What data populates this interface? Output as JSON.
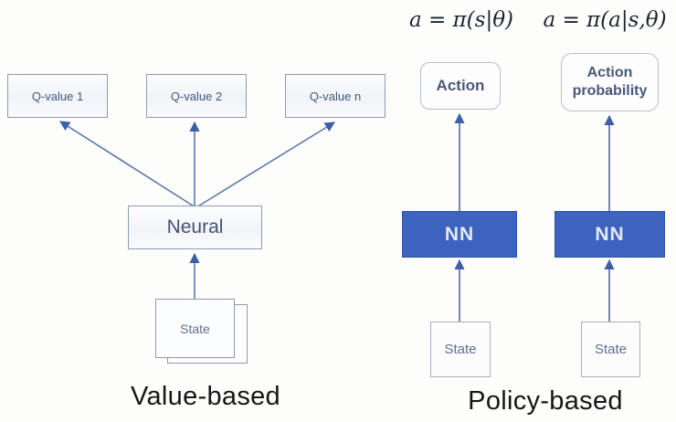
{
  "left_panel": {
    "section_label": "Value-based",
    "q_boxes": [
      "Q-value 1",
      "Q-value 2",
      "Q-value n"
    ],
    "neural_label": "Neural",
    "state_label": "State"
  },
  "right_panel": {
    "section_label": "Policy-based",
    "columns": [
      {
        "formula": "a = π(s|θ)",
        "output_label": "Action",
        "nn_label": "NN",
        "state_label": "State"
      },
      {
        "formula": "a = π(a|s,θ)",
        "output_label": "Action probability",
        "nn_label": "NN",
        "state_label": "State"
      }
    ]
  },
  "colors": {
    "nn_fill": "#3d63be",
    "nn_border": "#2f55a8",
    "nn_text": "#e3ebfb",
    "line": "#5b79ad",
    "line_right": "#5666b2",
    "arrowhead": "#3e5ea8",
    "box_border": "#8e9bb1",
    "box_text": "#44587c",
    "neural_text": "#42526e",
    "state_text": "#5d6f92",
    "round_border": "#b6bfd2",
    "action_text": "#4a5878",
    "rstate_border": "#a9b0bc",
    "formula_text": "#1c2433",
    "label_text": "#161616"
  }
}
